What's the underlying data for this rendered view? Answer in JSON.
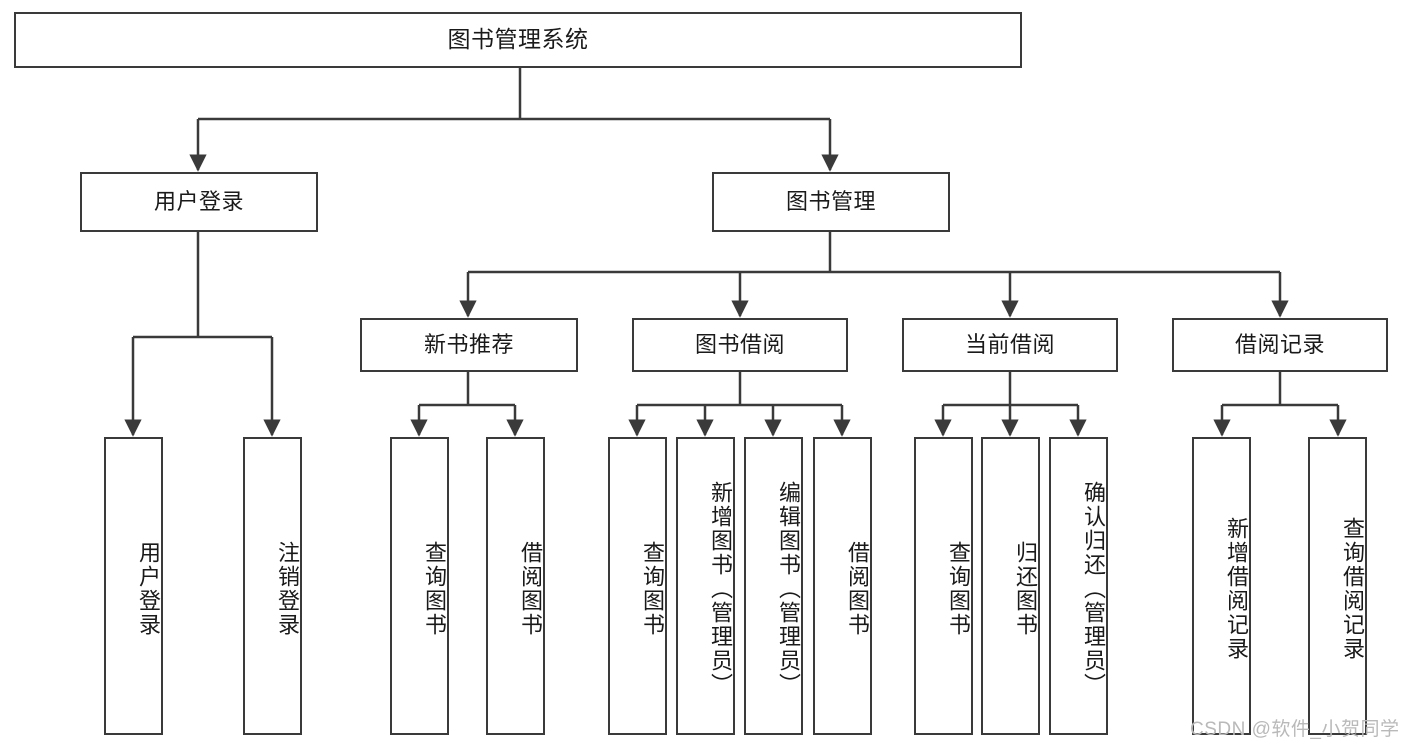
{
  "diagram": {
    "type": "tree-hierarchy",
    "title": "图书管理系统",
    "root": {
      "label": "图书管理系统"
    },
    "level2": [
      {
        "label": "用户登录"
      },
      {
        "label": "图书管理"
      }
    ],
    "level3": [
      {
        "label": "新书推荐"
      },
      {
        "label": "图书借阅"
      },
      {
        "label": "当前借阅"
      },
      {
        "label": "借阅记录"
      }
    ],
    "leaves": {
      "user_login": [
        {
          "label": "用户登录"
        },
        {
          "label": "注销登录"
        }
      ],
      "new_book_recommend": [
        {
          "label": "查询图书"
        },
        {
          "label": "借阅图书"
        }
      ],
      "book_borrow": [
        {
          "label": "查询图书"
        },
        {
          "label": "新增图书（管理员）"
        },
        {
          "label": "编辑图书（管理员）"
        },
        {
          "label": "借阅图书"
        }
      ],
      "current_borrow": [
        {
          "label": "查询图书"
        },
        {
          "label": "归还图书"
        },
        {
          "label": "确认归还（管理员）"
        }
      ],
      "borrow_record": [
        {
          "label": "新增借阅记录"
        },
        {
          "label": "查询借阅记录"
        }
      ]
    }
  },
  "watermark": {
    "text": "CSDN @软件_小贺同学"
  },
  "colors": {
    "stroke": "#3a3a3a",
    "fill": "#ffffff",
    "text": "#1a1a1a",
    "watermark": "#b9b9b9"
  }
}
